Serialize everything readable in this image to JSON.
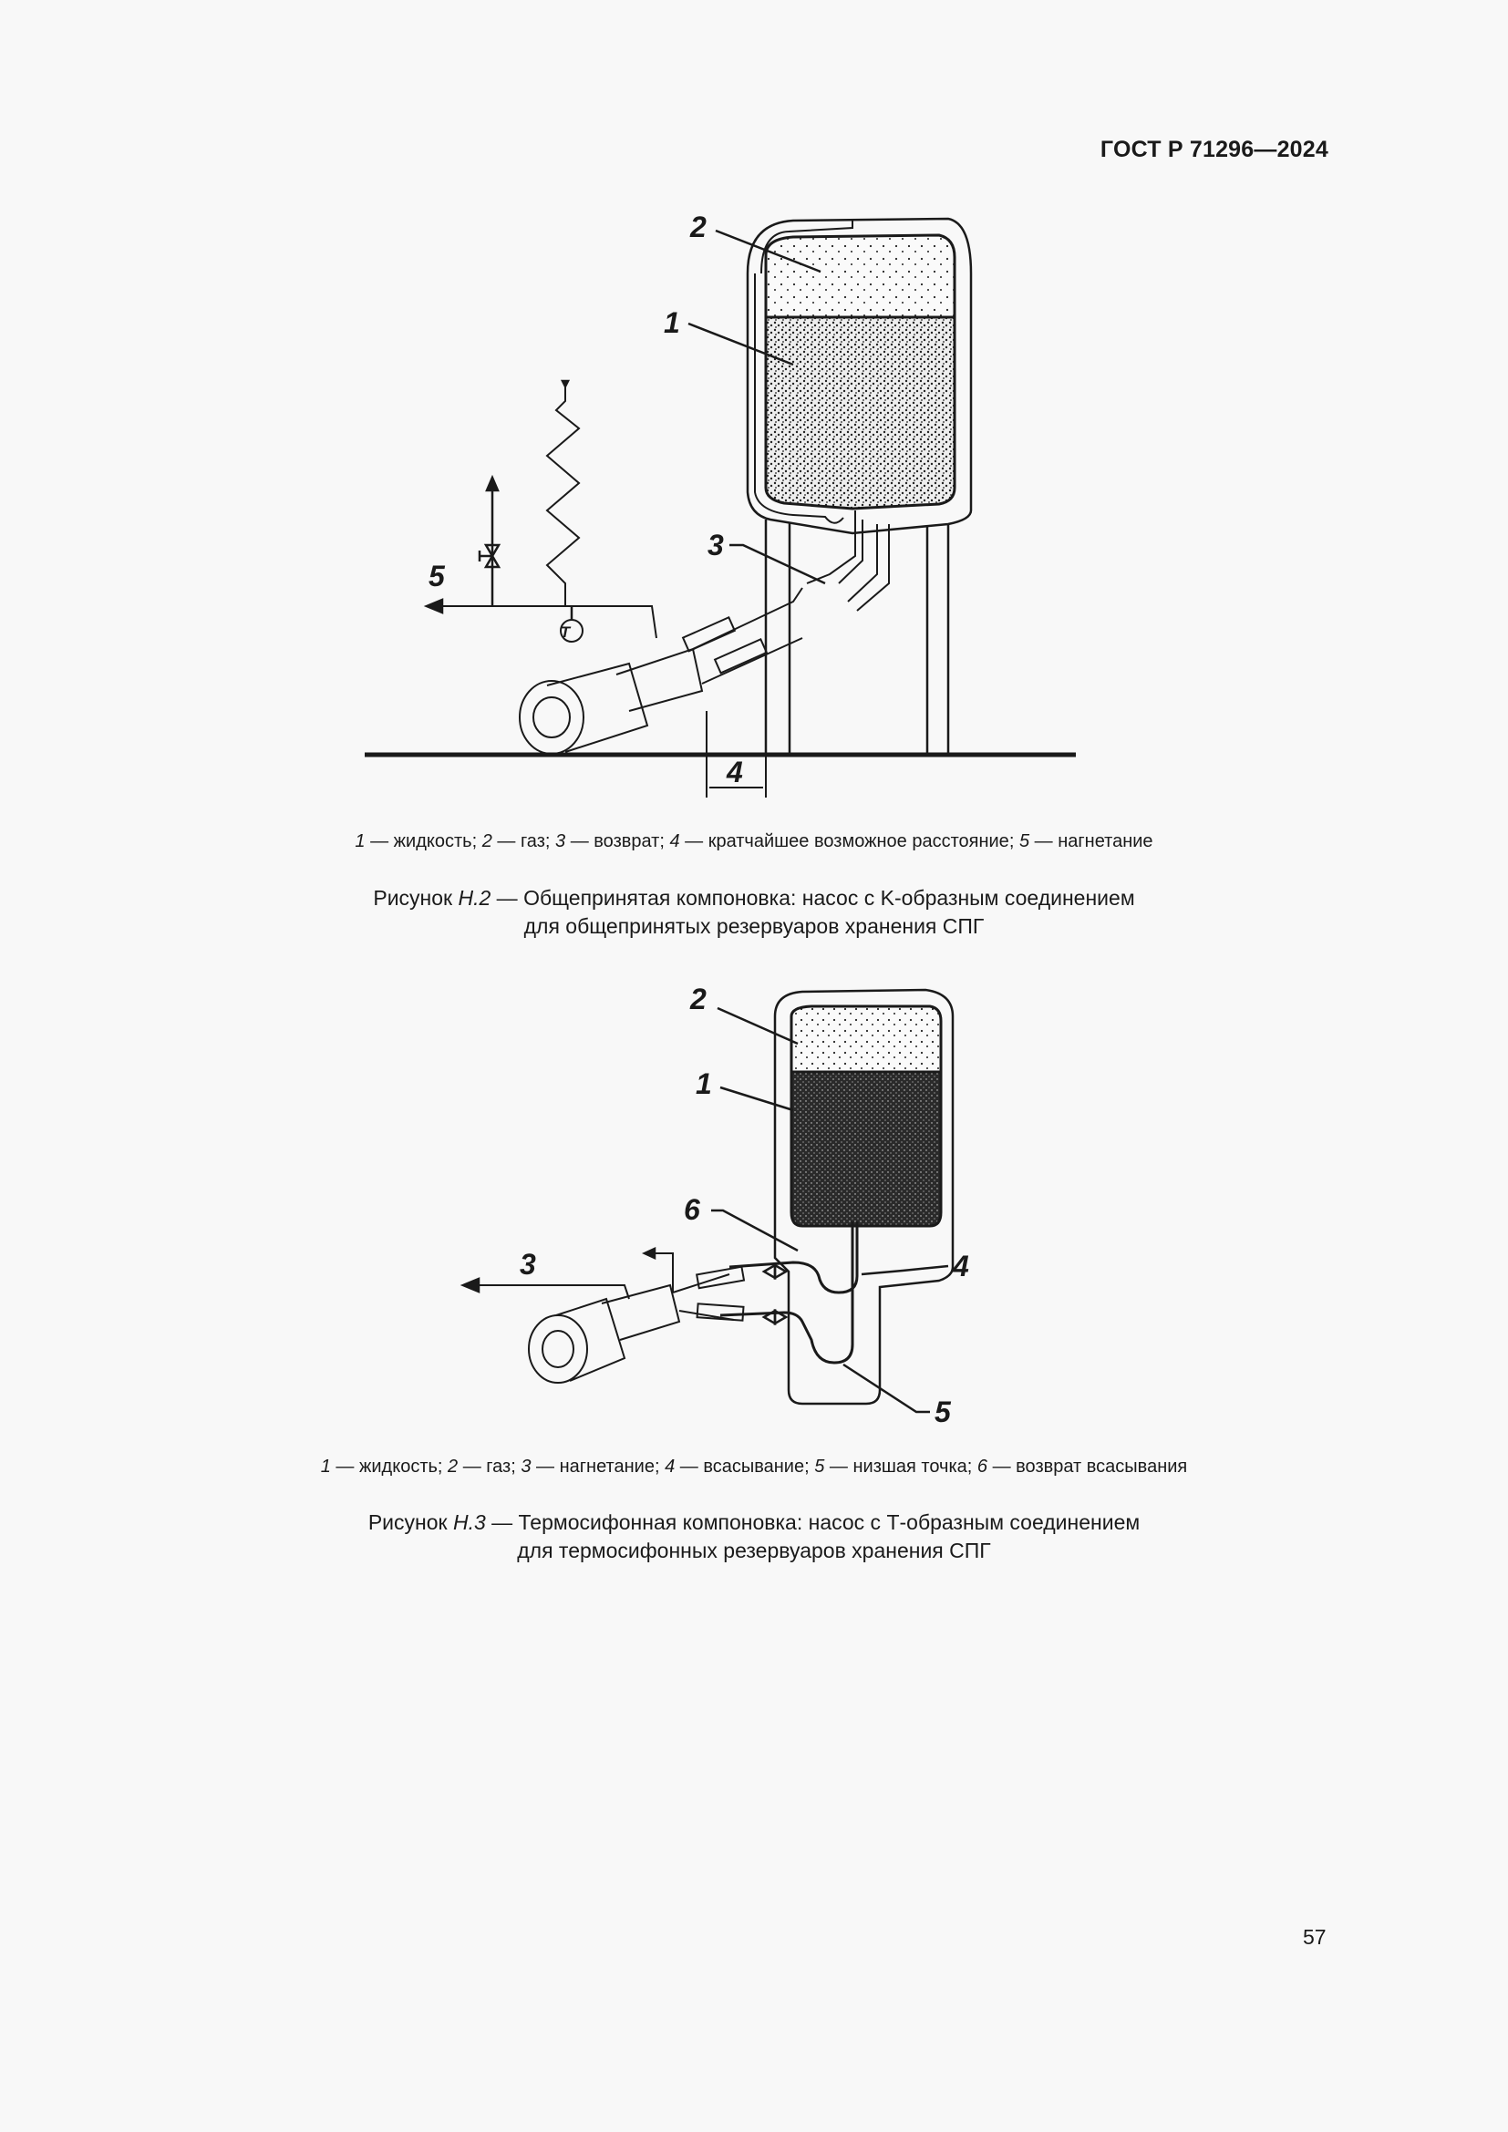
{
  "header": {
    "standard_id": "ГОСТ Р 71296—2024"
  },
  "figure_h2": {
    "callouts": [
      "1",
      "2",
      "3",
      "4",
      "5"
    ],
    "legend": [
      {
        "num": "1",
        "text": "жидкость"
      },
      {
        "num": "2",
        "text": "газ"
      },
      {
        "num": "3",
        "text": "возврат"
      },
      {
        "num": "4",
        "text": "кратчайшее возможное расстояние"
      },
      {
        "num": "5",
        "text": "нагнетание"
      }
    ],
    "instrument_label": "T",
    "caption_prefix": "Рисунок ",
    "caption_number": "Н.2",
    "caption_line1": " — Общепринятая компоновка: насос с K-образным соединением",
    "caption_line2": "для общепринятых резервуаров хранения СПГ"
  },
  "figure_h3": {
    "callouts": [
      "1",
      "2",
      "3",
      "4",
      "5",
      "6"
    ],
    "legend": [
      {
        "num": "1",
        "text": "жидкость"
      },
      {
        "num": "2",
        "text": "газ"
      },
      {
        "num": "3",
        "text": "нагнетание"
      },
      {
        "num": "4",
        "text": "всасывание"
      },
      {
        "num": "5",
        "text": "низшая точка"
      },
      {
        "num": "6",
        "text": "возврат всасывания"
      }
    ],
    "caption_prefix": "Рисунок ",
    "caption_number": "Н.3",
    "caption_line1": " — Термосифонная компоновка: насос с Т-образным соединением",
    "caption_line2": "для термосифонных резервуаров хранения СПГ"
  },
  "footer": {
    "page_number": "57"
  }
}
